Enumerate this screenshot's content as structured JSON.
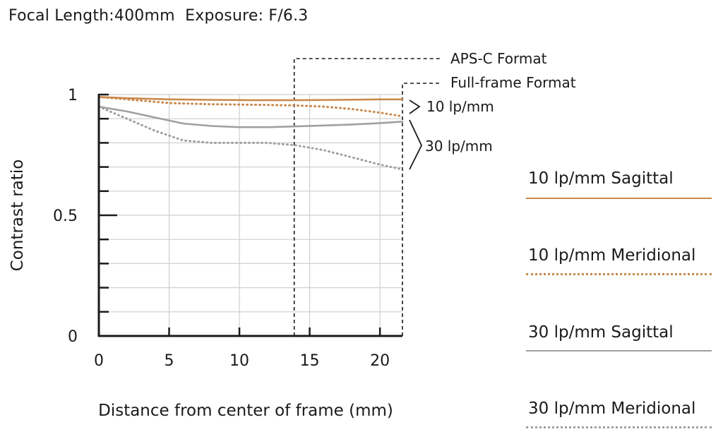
{
  "header": {
    "focal_length": "Focal Length:400mm",
    "exposure": "Exposure: F/6.3"
  },
  "chart_data": {
    "type": "line",
    "title": "",
    "xlabel": "Distance from center of frame (mm)",
    "ylabel": "Contrast ratio",
    "xlim": [
      0,
      21.6
    ],
    "ylim": [
      0,
      1
    ],
    "x_ticks": [
      "0",
      "5",
      "10",
      "15",
      "20"
    ],
    "y_ticks": [
      "0",
      "0.5",
      "1"
    ],
    "grid": true,
    "markers": {
      "apsc": {
        "label": "APS-C Format",
        "x": 13.9
      },
      "full": {
        "label": "Full-frame Format",
        "x": 21.6
      }
    },
    "brackets": {
      "ten": "10 lp/mm",
      "thirty": "30 lp/mm"
    },
    "series": [
      {
        "name": "10 lp/mm Sagittal",
        "style": "solid",
        "color": "#c9894b",
        "x": [
          0,
          2,
          5,
          8,
          11,
          14,
          17,
          20,
          21.6
        ],
        "y": [
          0.99,
          0.985,
          0.98,
          0.978,
          0.977,
          0.977,
          0.978,
          0.98,
          0.98
        ]
      },
      {
        "name": "10 lp/mm Meridional",
        "style": "dotted",
        "color": "#c9894b",
        "x": [
          0,
          2,
          5,
          8,
          11,
          14,
          16,
          18,
          20,
          21.6
        ],
        "y": [
          0.99,
          0.98,
          0.965,
          0.96,
          0.958,
          0.955,
          0.95,
          0.94,
          0.925,
          0.91
        ]
      },
      {
        "name": "30 lp/mm Sagittal",
        "style": "solid",
        "color": "#a0a0a0",
        "x": [
          0,
          2,
          4,
          6,
          8,
          10,
          12,
          14,
          16,
          18,
          20,
          21.6
        ],
        "y": [
          0.95,
          0.93,
          0.905,
          0.88,
          0.87,
          0.865,
          0.865,
          0.868,
          0.872,
          0.876,
          0.882,
          0.888
        ]
      },
      {
        "name": "30 lp/mm Meridional",
        "style": "dotted",
        "color": "#a0a0a0",
        "x": [
          0,
          2,
          4,
          6,
          8,
          10,
          12,
          14,
          16,
          18,
          20,
          21.6
        ],
        "y": [
          0.95,
          0.9,
          0.85,
          0.81,
          0.8,
          0.8,
          0.8,
          0.79,
          0.77,
          0.74,
          0.71,
          0.69
        ]
      }
    ]
  }
}
